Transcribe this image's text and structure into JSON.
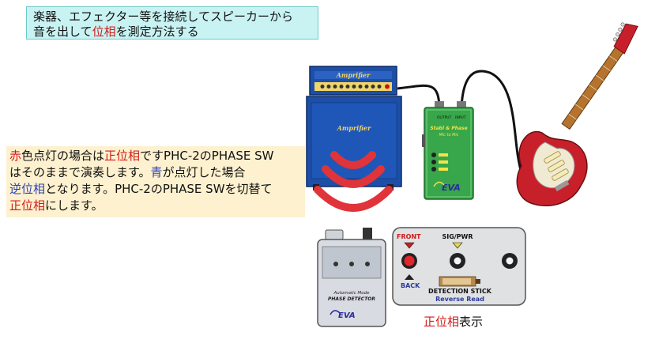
{
  "header_note": {
    "line1": "楽器、エフェクター等を接続してスピーカーから",
    "line2_pre": "音を出して",
    "line2_hl": "位相",
    "line2_post": "を測定方法する"
  },
  "side_note": {
    "l1_red1": "赤",
    "l1_a": "色点灯の場合は",
    "l1_red2": "正位相",
    "l1_b": "ですPHC-2のPHASE SW",
    "l2": "はそのままで演奏します。",
    "l2_blue": "青",
    "l2_b": "が点灯した場合",
    "l3_blue": "逆位相",
    "l3_b": "となります。PHC-2のPHASE SWを切替て",
    "l4_red": "正位相",
    "l4_b": "にします。"
  },
  "amp_head": {
    "brand": "Amprifier"
  },
  "amp_cab": {
    "brand": "Amprifier"
  },
  "phase_box": {
    "title": "Stabl & Phase",
    "subtitle": "Mic to Mic",
    "output": "OUTPUT",
    "input": "INPUT",
    "brand": "EVA"
  },
  "detector": {
    "mode": "Automatic Mode",
    "name": "PHASE DETECTOR",
    "brand": "EVA"
  },
  "panel": {
    "front": "FRONT",
    "sig_pwr": "SIG/PWR",
    "back": "BACK",
    "stick": "DETECTION STICK",
    "reverse": "Reverse Read"
  },
  "caption": {
    "red": "正位相",
    "rest": "表示"
  },
  "colors": {
    "amp_blue": "#1d4fa8",
    "phase_green": "#38a64a",
    "wave_red": "#e0343a",
    "guitar_red": "#c8202a",
    "title_bg": "#c9f3f3",
    "note_bg": "#fdf1cf"
  }
}
